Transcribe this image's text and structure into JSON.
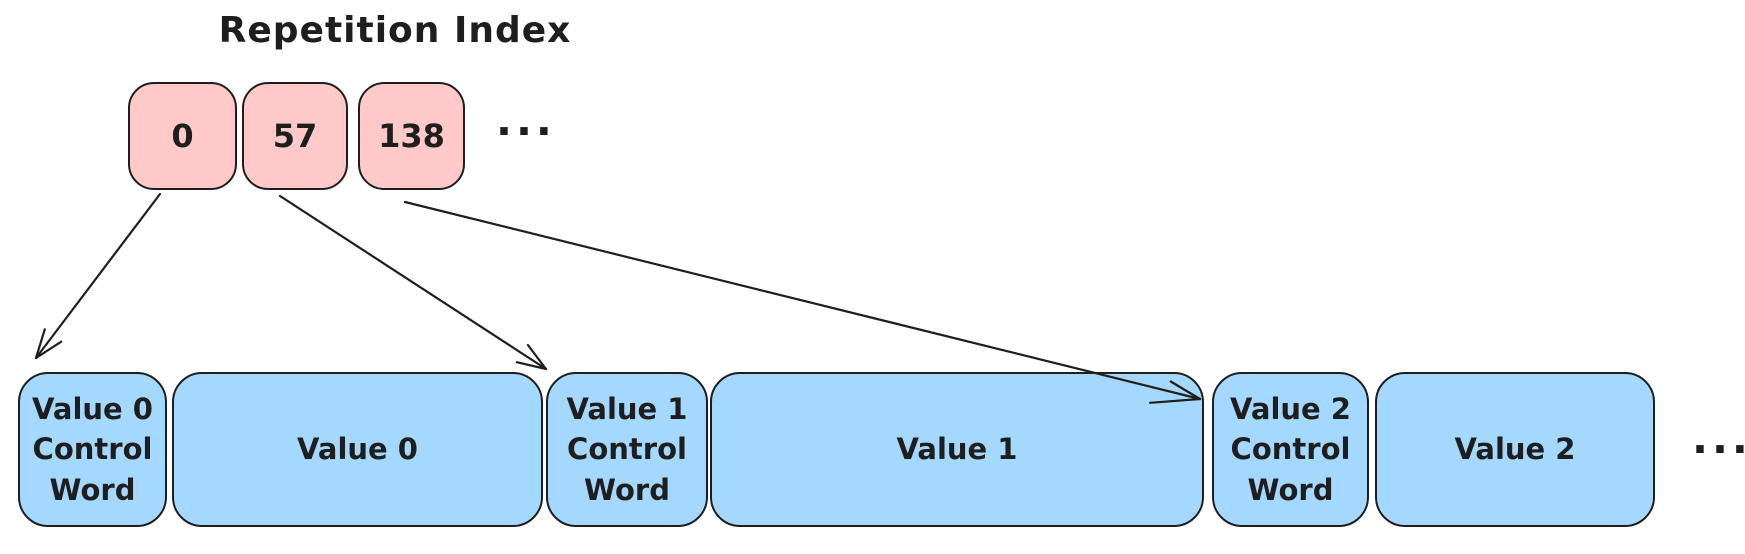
{
  "title": "Repetition Index",
  "colors": {
    "index_cell_fill": "#ffc9c9",
    "block_fill": "#a5d8ff",
    "stroke": "#1e1e1e",
    "background": "#ffffff"
  },
  "repetition_index": {
    "cells": [
      {
        "label": "0"
      },
      {
        "label": "57"
      },
      {
        "label": "138"
      }
    ],
    "ellipsis": "..."
  },
  "stream": {
    "blocks": [
      {
        "label": "Value 0\nControl\nWord"
      },
      {
        "label": "Value 0"
      },
      {
        "label": "Value 1\nControl\nWord"
      },
      {
        "label": "Value 1"
      },
      {
        "label": "Value 2\nControl\nWord"
      },
      {
        "label": "Value 2"
      }
    ],
    "ellipsis": "..."
  },
  "arrows": [
    {
      "from": "index cell 0",
      "to": "Value 0 Control Word"
    },
    {
      "from": "index cell 57",
      "to": "Value 1 Control Word"
    },
    {
      "from": "index cell 138",
      "to": "Value 2 Control Word"
    }
  ]
}
